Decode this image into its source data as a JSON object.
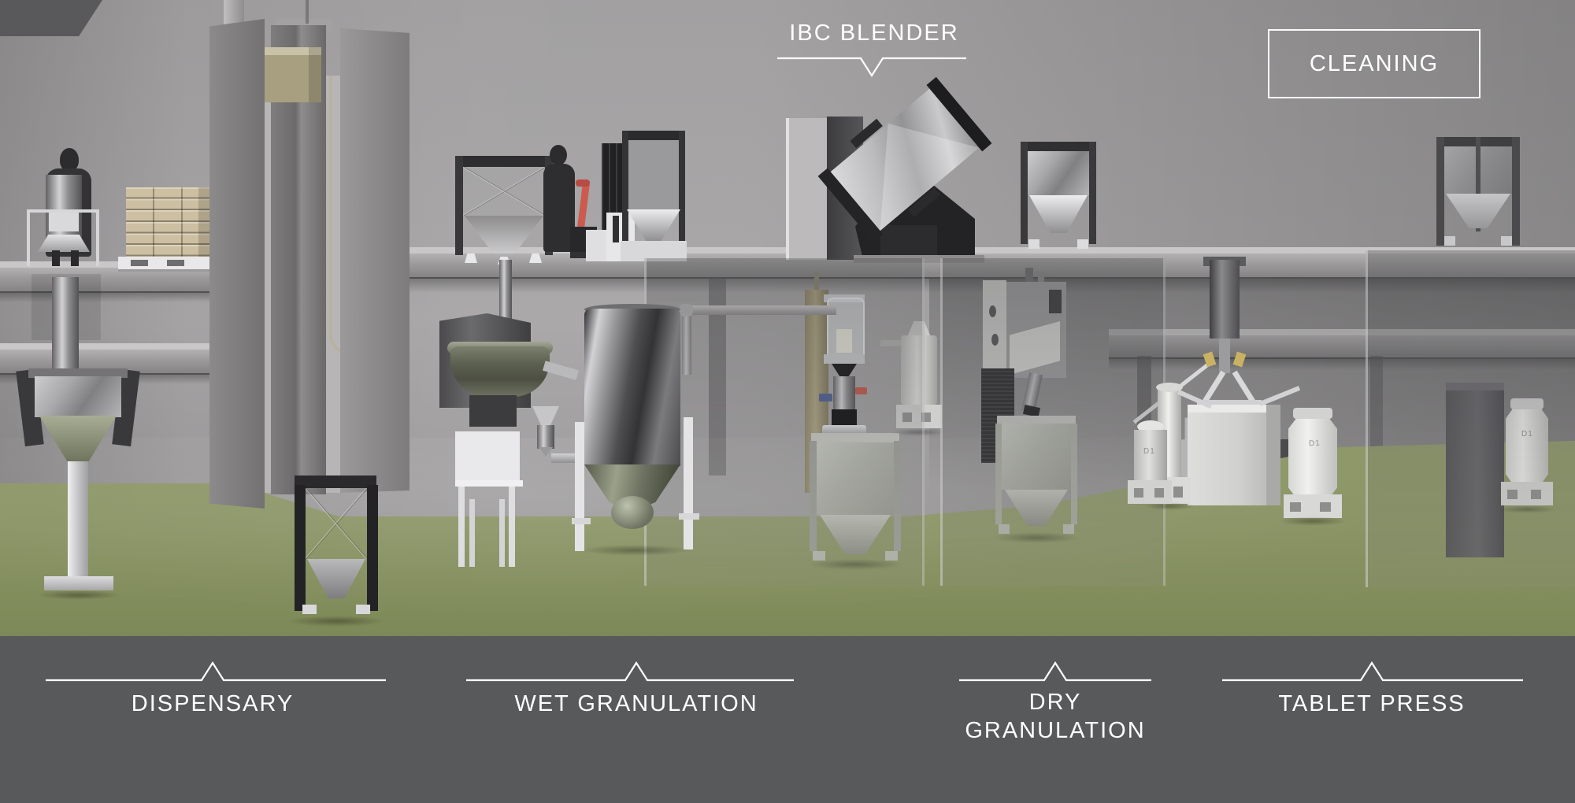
{
  "callouts": {
    "ibc_blender": "IBC BLENDER",
    "dispensary": "DISPENSARY",
    "wet_granulation": "WET GRANULATION",
    "dry_granulation": "DRY GRANULATION",
    "tablet_press": "TABLET PRESS"
  },
  "buttons": {
    "cleaning": "CLEANING"
  },
  "markings": {
    "container_label": "D1"
  },
  "colors": {
    "wall_gray": "#a3a1a2",
    "floor_green": "#8a9465",
    "footer_bar": "#58595b",
    "label_text": "#ffffff",
    "accent_red": "#cd5a4e",
    "carton_tan": "#cdbfa1",
    "lift_carriage_tan": "#a89f80"
  }
}
